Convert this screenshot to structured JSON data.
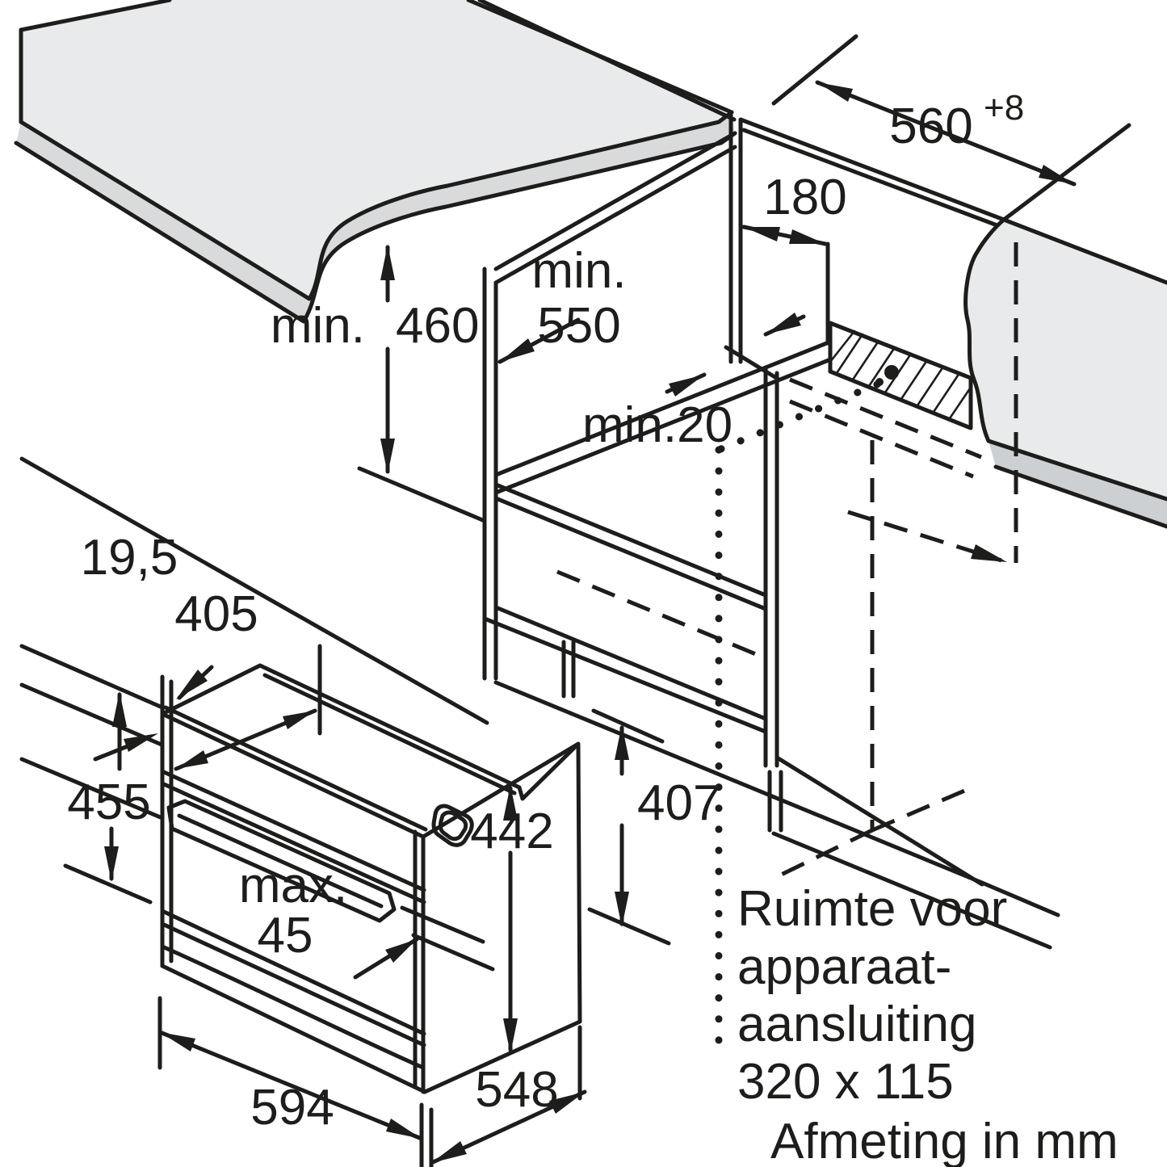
{
  "diagram": {
    "type": "appliance installation drawing (built-in compact oven niche)",
    "unit_note": "Afmeting in mm",
    "connection_note": {
      "line1": "Ruimte voor",
      "line2": "apparaat-",
      "line3": "aansluiting",
      "line4": "320 x 115"
    },
    "dims": {
      "niche_width": "560",
      "niche_width_tol": "+8",
      "offset_180": "180",
      "depth_min_label": "min.",
      "depth_min_value": "550",
      "height_min_prefix": "min.",
      "height_min_value": "460",
      "gap_min": "min.20",
      "frame_195": "19,5",
      "top_405": "405",
      "front_height_455": "455",
      "body_height_442": "442",
      "rear_height_407": "407",
      "handle_max_label": "max.",
      "handle_max_value": "45",
      "width_594": "594",
      "depth_548": "548"
    },
    "colors": {
      "line": "#1d1d1b",
      "surface": "#e9eaec",
      "edge_band": "#d8dadc",
      "edge_band_dark": "#cdd0d3",
      "background": "#ffffff"
    }
  }
}
